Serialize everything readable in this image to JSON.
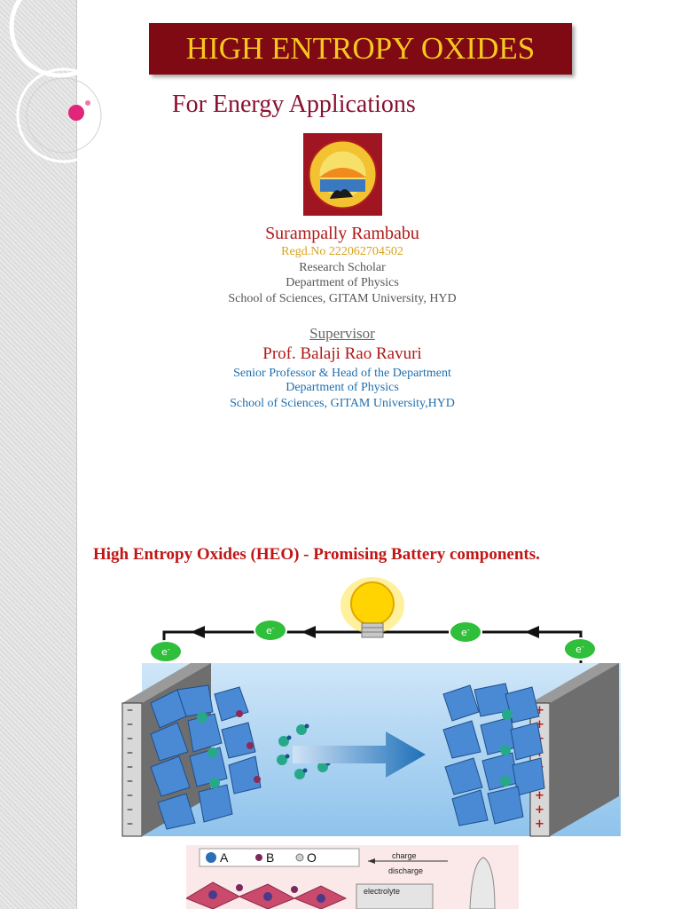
{
  "title": "HIGH ENTROPY OXIDES",
  "subtitle": "For Energy Applications",
  "presenter": {
    "name": "Surampally Rambabu",
    "regd": "Regd.No 222062704502",
    "role": "Research Scholar",
    "department": "Department of Physics",
    "school": "School of Sciences, GITAM University, HYD"
  },
  "supervisor": {
    "heading": "Supervisor",
    "name": "Prof. Balaji Rao Ravuri",
    "role": "Senior Professor & Head of the Department",
    "department": "Department of Physics",
    "school": "School of Sciences, GITAM University,HYD"
  },
  "battery_heading": "High Entropy Oxides (HEO)  - Promising Battery components.",
  "diagram": {
    "electron_label": "e",
    "legend": [
      "A",
      "B",
      "O"
    ],
    "charge_label": "charge",
    "discharge_label": "discharge",
    "electrolyte_label": "electrolyte"
  },
  "colors": {
    "title_bg": "#7f0a14",
    "title_text": "#f7c81f",
    "name_red": "#b01919",
    "link_blue": "#1f6fb0",
    "electron_green": "#2fbf3a"
  }
}
